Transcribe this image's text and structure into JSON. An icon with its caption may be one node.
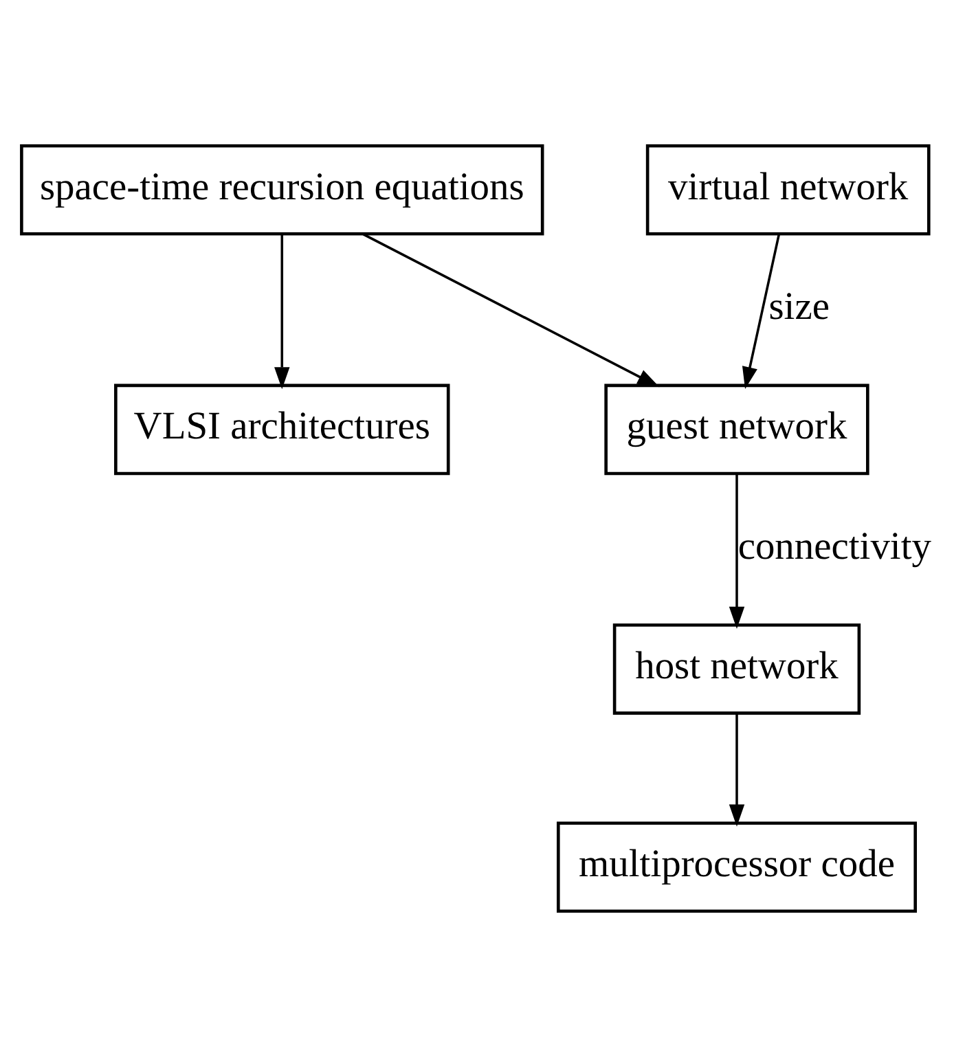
{
  "diagram": {
    "nodes": [
      {
        "text": [
          "space-time recursion equations"
        ]
      },
      {
        "text": [
          "VLSI architectures"
        ]
      },
      {
        "text": [
          "virtual network"
        ]
      },
      {
        "text": [
          "guest network"
        ]
      },
      {
        "text": [
          "host network"
        ]
      },
      {
        "text": [
          "multiprocessor code"
        ]
      }
    ],
    "edges": [
      {
        "from": 0,
        "to": 1,
        "arrow": "to"
      },
      {
        "from": 0,
        "to": 3,
        "arrow": "to"
      },
      {
        "from": 2,
        "to": 3,
        "arrow": "to",
        "label": "size"
      },
      {
        "from": 3,
        "to": 4,
        "arrow": "to",
        "label": "connectivity"
      },
      {
        "from": 4,
        "to": 5,
        "arrow": "to"
      }
    ]
  }
}
